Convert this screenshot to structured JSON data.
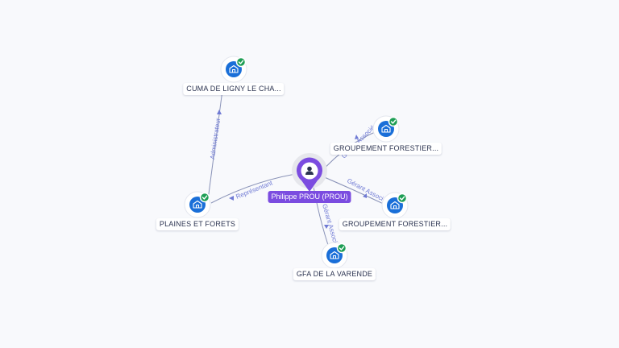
{
  "person": {
    "label": "Philippe PROU (PROU)",
    "color": "#7b4ce0",
    "icon": "person-icon"
  },
  "companies": [
    {
      "id": "cuma",
      "label": "CUMA DE LIGNY LE CHA...",
      "icon": "building-icon",
      "status": "verified-badge"
    },
    {
      "id": "gf1",
      "label": "GROUPEMENT FORESTIER...",
      "icon": "building-icon",
      "status": "verified-badge"
    },
    {
      "id": "gf2",
      "label": "GROUPEMENT FORESTIER...",
      "icon": "building-icon",
      "status": "verified-badge"
    },
    {
      "id": "plaines",
      "label": "PLAINES ET FORETS",
      "icon": "building-icon",
      "status": "verified-badge"
    },
    {
      "id": "gfa",
      "label": "GFA DE LA VARENDE",
      "icon": "building-icon",
      "status": "verified-badge"
    }
  ],
  "edges": [
    {
      "from": "plaines",
      "to": "cuma",
      "label": "Administrateur"
    },
    {
      "from": "person",
      "to": "plaines",
      "label": "Représentant"
    },
    {
      "from": "person",
      "to": "gf1",
      "label": "Gérant Associé"
    },
    {
      "from": "person",
      "to": "gf2",
      "label": "Gérant Associé"
    },
    {
      "from": "person",
      "to": "gfa",
      "label": "Gérant Associé"
    }
  ],
  "colors": {
    "company": "#1a6fd8",
    "verified": "#1e9e55",
    "edge": "#8a93b8",
    "edge_label": "#6f7ad4"
  }
}
